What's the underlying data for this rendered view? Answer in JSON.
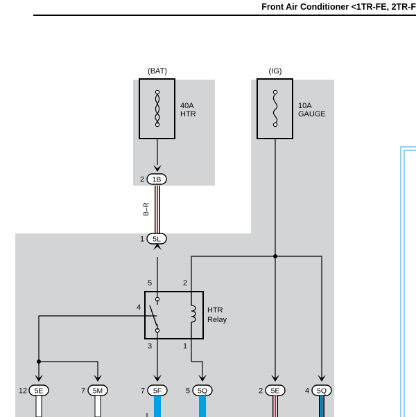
{
  "header": {
    "title": "Front Air Conditioner <1TR-FE, 2TR-F"
  },
  "power_sources": {
    "bat": "(BAT)",
    "ig": "(IG)"
  },
  "fuses": [
    {
      "amps": "40A",
      "name": "HTR"
    },
    {
      "amps": "10A",
      "name": "GAUGE"
    }
  ],
  "wires": {
    "bat_wire_color": "B–R"
  },
  "relay": {
    "line1": "HTR",
    "line2": "Relay",
    "pins": [
      "5",
      "2",
      "4",
      "3",
      "1"
    ]
  },
  "connectors": {
    "c1b": {
      "pin": "2",
      "code": "1B"
    },
    "c5l": {
      "pin": "1",
      "code": "5L"
    },
    "bottom": [
      {
        "pin": "12",
        "code": "5E"
      },
      {
        "pin": "7",
        "code": "5M"
      },
      {
        "pin": "7",
        "code": "5F"
      },
      {
        "pin": "5",
        "code": "5Q"
      },
      {
        "pin": "2",
        "code": "5E"
      },
      {
        "pin": "4",
        "code": "5Q"
      }
    ]
  },
  "colors": {
    "shade": "#d3d4d6",
    "wire_blue": "#00a0e6",
    "wire_red": "#d0253a",
    "harness": "#5bb5e6"
  }
}
